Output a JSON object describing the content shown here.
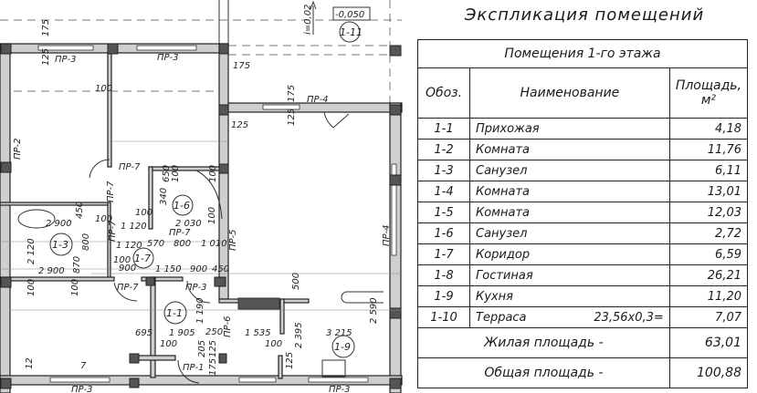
{
  "plan": {
    "slope": "i=0,02",
    "level": "-0,050",
    "room_tags": [
      "1-11",
      "1-6",
      "1-3",
      "1-7",
      "1-1",
      "1-9"
    ],
    "doors": [
      "ПР-3",
      "ПР-3",
      "ПР-4",
      "ПР-7",
      "ПР-7",
      "ПР-7",
      "ПР-7",
      "ПР-7",
      "ПР-3",
      "ПР-5",
      "ПР-4",
      "ПР-1",
      "ПР-2",
      "ПР-6",
      "ПР-3",
      "ПР-3"
    ],
    "dims": [
      "175",
      "125",
      "175",
      "175",
      "125",
      "125",
      "100",
      "650",
      "100",
      "100",
      "340",
      "100",
      "2 900",
      "100",
      "1 120",
      "2 030",
      "100",
      "2 120",
      "800",
      "450",
      "1 120",
      "570",
      "800",
      "1 010",
      "100",
      "900",
      "1 150",
      "900",
      "450",
      "2 900",
      "870",
      "100",
      "100",
      "500",
      "1 190",
      "695",
      "1 905",
      "250",
      "1 535",
      "3 215",
      "2 590",
      "100",
      "100",
      "2 395",
      "205",
      "125",
      "175",
      "125",
      "12",
      "7"
    ]
  },
  "table": {
    "title": "Экспликация помещений",
    "floor_header": "Помещения 1-го этажа",
    "columns": [
      "Обоз.",
      "Наименование",
      "Площадь, м²"
    ],
    "rows": [
      {
        "id": "1-1",
        "name": "Прихожая",
        "calc": "",
        "area": "4,18"
      },
      {
        "id": "1-2",
        "name": "Комната",
        "calc": "",
        "area": "11,76"
      },
      {
        "id": "1-3",
        "name": "Санузел",
        "calc": "",
        "area": "6,11"
      },
      {
        "id": "1-4",
        "name": "Комната",
        "calc": "",
        "area": "13,01"
      },
      {
        "id": "1-5",
        "name": "Комната",
        "calc": "",
        "area": "12,03"
      },
      {
        "id": "1-6",
        "name": "Санузел",
        "calc": "",
        "area": "2,72"
      },
      {
        "id": "1-7",
        "name": "Коридор",
        "calc": "",
        "area": "6,59"
      },
      {
        "id": "1-8",
        "name": "Гостиная",
        "calc": "",
        "area": "26,21"
      },
      {
        "id": "1-9",
        "name": "Кухня",
        "calc": "",
        "area": "11,20"
      },
      {
        "id": "1-10",
        "name": "Терраса",
        "calc": "23,56x0,3=",
        "area": "7,07"
      }
    ],
    "living_label": "Жилая площадь -",
    "living_value": "63,01",
    "total_label": "Общая площадь -",
    "total_value": "100,88"
  }
}
